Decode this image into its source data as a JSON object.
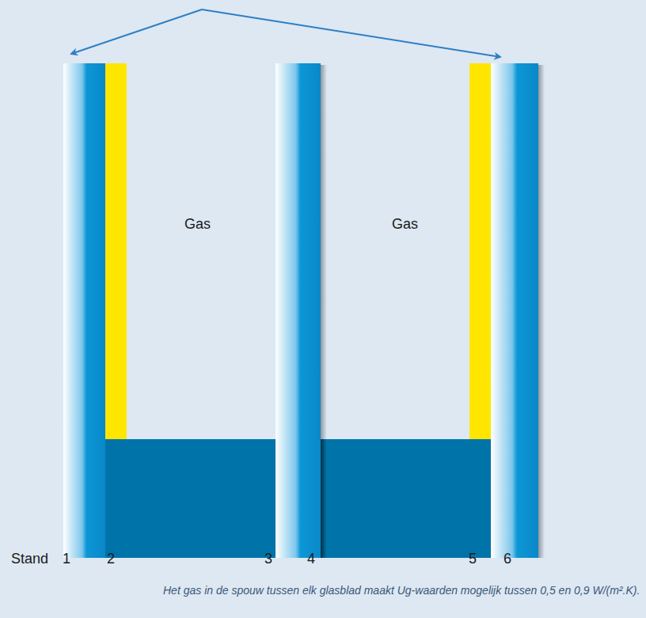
{
  "diagram": {
    "caption": "Het gas in de spouw tussen elk glasblad maakt Ug-waarden mogelijk tussen 0,5 en 0,9 W/(m².K).",
    "labels": [
      "Gas",
      "Gas",
      "Stand",
      "1",
      "2",
      "3",
      "4",
      "5",
      "6"
    ]
  }
}
